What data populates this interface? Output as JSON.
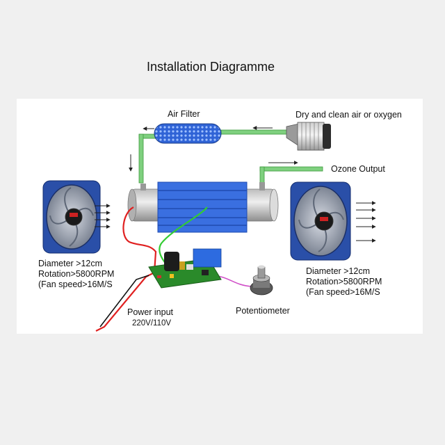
{
  "title": "Installation Diagramme",
  "labels": {
    "air_filter": "Air Filter",
    "air_source": "Dry and clean air or oxygen",
    "ozone_output": "Ozone Output",
    "power_input": "Power input",
    "voltage": "220V/110V",
    "potentiometer": "Potentiometer"
  },
  "fan_specs": {
    "left": [
      "Diameter >12cm",
      "Rotation>5800RPM",
      "(Fan speed>16M/S"
    ],
    "right": [
      "Diameter >12cm",
      "Rotation>5800RPM",
      "(Fan speed>16M/S"
    ]
  },
  "colors": {
    "tube": "#3a6fe0",
    "pipe": "#7fd07f",
    "fan_frame": "#2a4fa8",
    "pcb": "#2a8a2a",
    "wire_red": "#e02020",
    "wire_green": "#33cc33",
    "wire_pink": "#d050c8"
  }
}
